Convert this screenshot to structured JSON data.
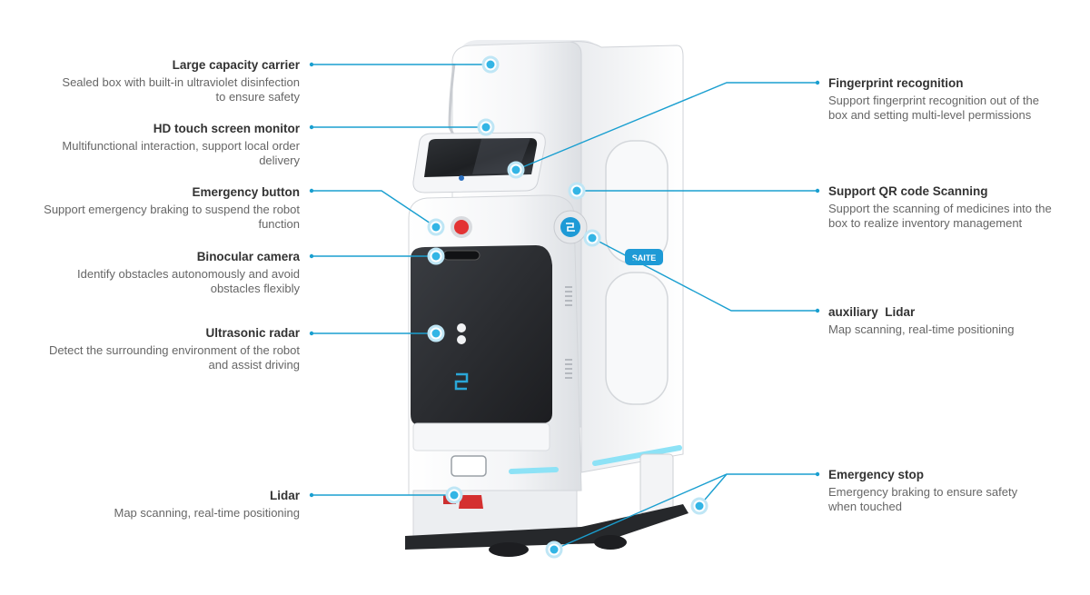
{
  "colors": {
    "leader": "#1a9fd0",
    "dot": "#33b5e5",
    "title": "#333333",
    "desc": "#666666",
    "robot_body": "#f2f3f5",
    "robot_panel": "#2b2d31",
    "glow": "#8de2f6",
    "button": "#e33333"
  },
  "logo": {
    "badge": "SAITE"
  },
  "callouts": [
    {
      "id": "carrier",
      "side": "left",
      "title": "Large capacity carrier",
      "desc": [
        "Sealed box with built-in ultraviolet disinfection",
        "to ensure safety"
      ]
    },
    {
      "id": "touchscreen",
      "side": "left",
      "title": "HD touch screen monitor",
      "desc": [
        "Multifunctional interaction, support local order",
        "delivery"
      ]
    },
    {
      "id": "emergency-button",
      "side": "left",
      "title": "Emergency button",
      "desc": [
        "Support emergency braking to suspend the robot",
        "function"
      ]
    },
    {
      "id": "camera",
      "side": "left",
      "title": "Binocular camera",
      "desc": [
        "Identify obstacles autonomously and avoid",
        "obstacles flexibly"
      ]
    },
    {
      "id": "ultrasonic",
      "side": "left",
      "title": "Ultrasonic radar",
      "desc": [
        "Detect the surrounding environment of the robot",
        "and assist driving"
      ]
    },
    {
      "id": "lidar",
      "side": "left",
      "title": "Lidar",
      "desc": [
        "Map scanning, real-time positioning"
      ]
    },
    {
      "id": "fingerprint",
      "side": "right",
      "title": "Fingerprint recognition",
      "desc": [
        "Support fingerprint recognition out of the",
        "box and setting multi-level permissions"
      ]
    },
    {
      "id": "qr",
      "side": "right",
      "title": "Support QR code Scanning",
      "desc": [
        "Support the scanning of medicines into the",
        "box to realize inventory management"
      ]
    },
    {
      "id": "aux-lidar",
      "side": "right",
      "title": "auxiliary  Lidar",
      "desc": [
        "Map scanning, real-time positioning"
      ]
    },
    {
      "id": "emergency-stop",
      "side": "right",
      "title": "Emergency stop",
      "desc": [
        "Emergency braking to ensure safety",
        "when touched"
      ]
    }
  ]
}
